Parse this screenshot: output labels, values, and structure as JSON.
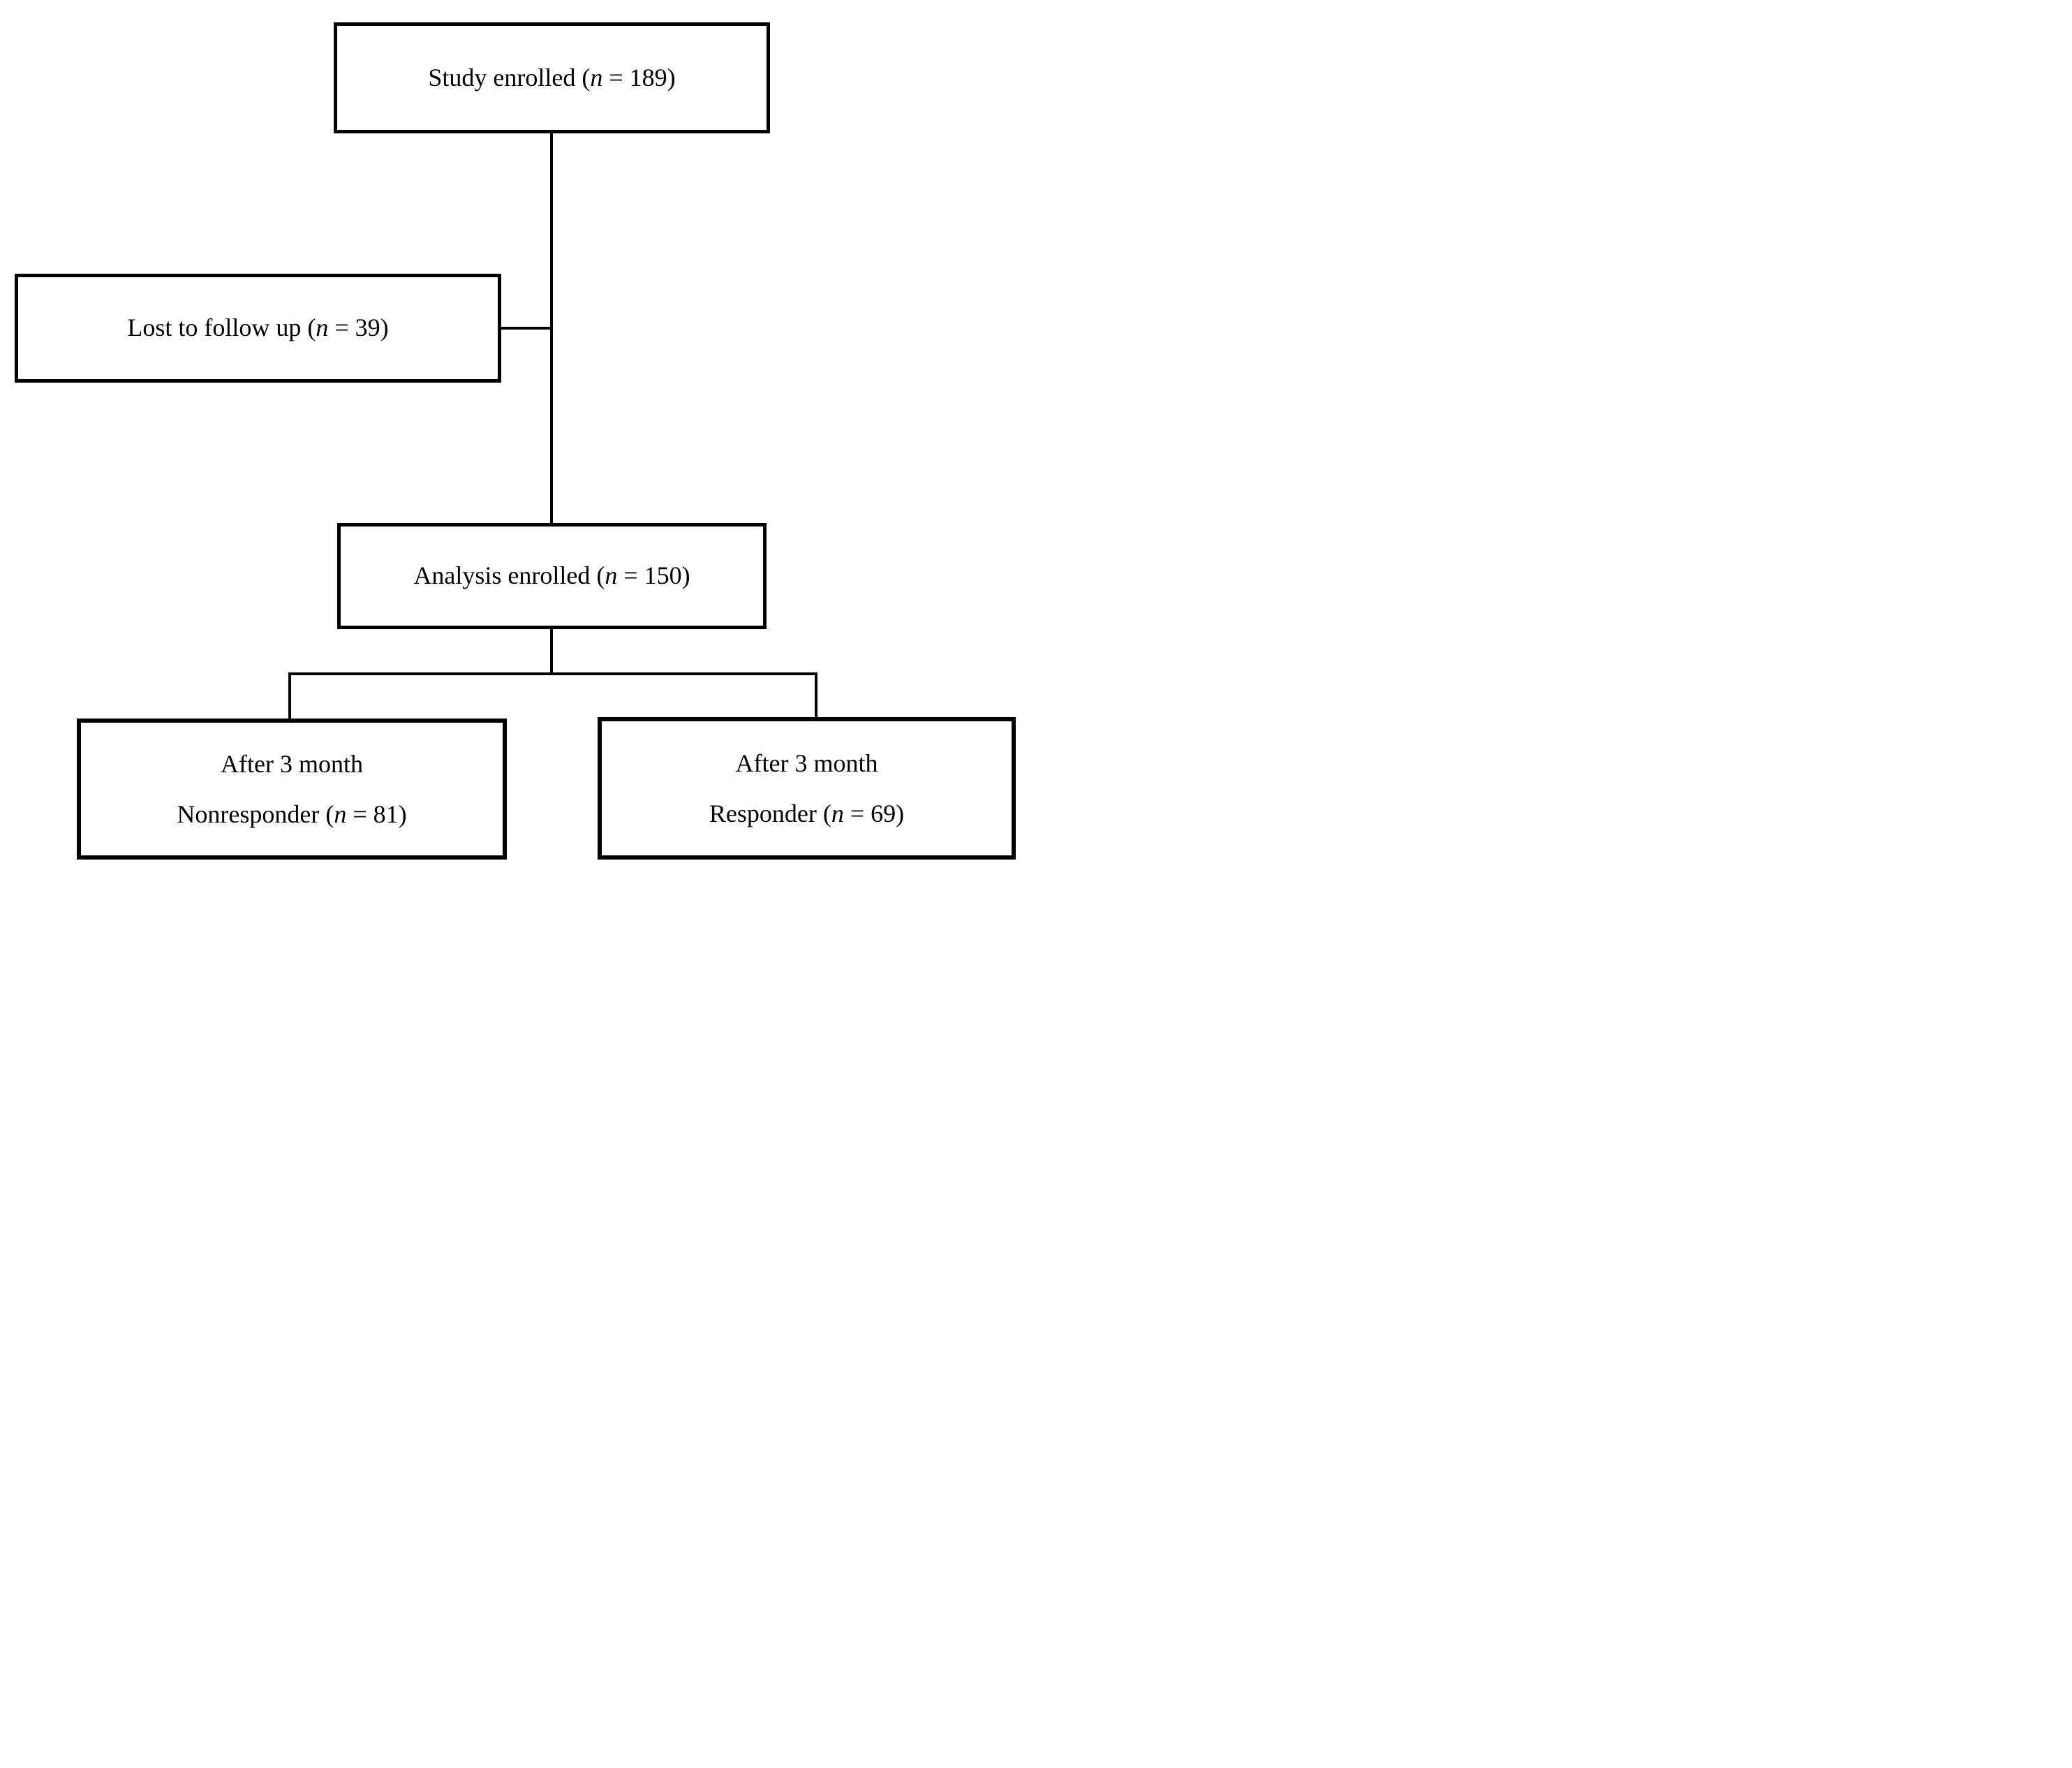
{
  "figure": {
    "type": "flow-diagram",
    "background_color": "#ffffff",
    "line_color": "#000000",
    "text_color": "#000000"
  },
  "counts": {
    "study_enrolled": 189,
    "lost_to_follow_up": 39,
    "analysis_enrolled": 150,
    "nonresponder": 81,
    "responder": 69
  },
  "boxes": {
    "study": {
      "before": "Study enrolled (",
      "n": "n",
      "after": " = 189)"
    },
    "lost": {
      "before": "Lost to follow up (",
      "n": "n",
      "after": " = 39)"
    },
    "analysis": {
      "before": "Analysis enrolled (",
      "n": "n",
      "after": " = 150)"
    },
    "nonresponder": {
      "line1": "After 3 month",
      "before": "Nonresponder (",
      "n": "n",
      "after": " = 81)"
    },
    "responder": {
      "line1": "After 3 month",
      "before": "Responder (",
      "n": "n",
      "after": " = 69)"
    }
  }
}
